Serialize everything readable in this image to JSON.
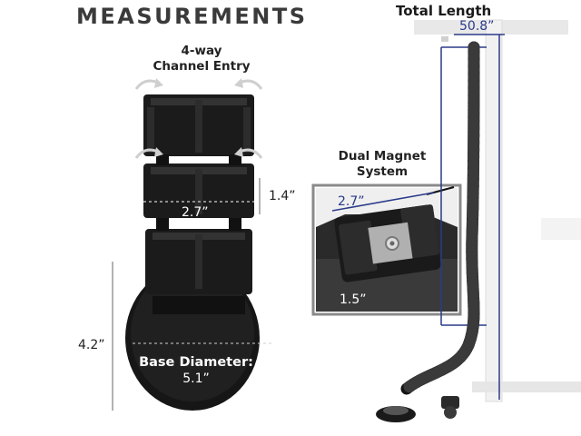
{
  "title": "MEASUREMENTS",
  "channel_entry": {
    "line1": "4-way",
    "line2": "Channel Entry"
  },
  "section_height": "1.4”",
  "section_width": "2.7”",
  "base_height": "4.2”",
  "base_diameter": {
    "label": "Base Diameter:",
    "value": "5.1”"
  },
  "magnet": {
    "line1": "Dual Magnet",
    "line2": "System",
    "width": "2.7”",
    "height": "1.5”"
  },
  "total_length": {
    "label": "Total Length",
    "value": "50.8”"
  },
  "colors": {
    "accent": "#2a3a8a",
    "product": "#1a1a1a",
    "frame": "#8a8a8a"
  }
}
